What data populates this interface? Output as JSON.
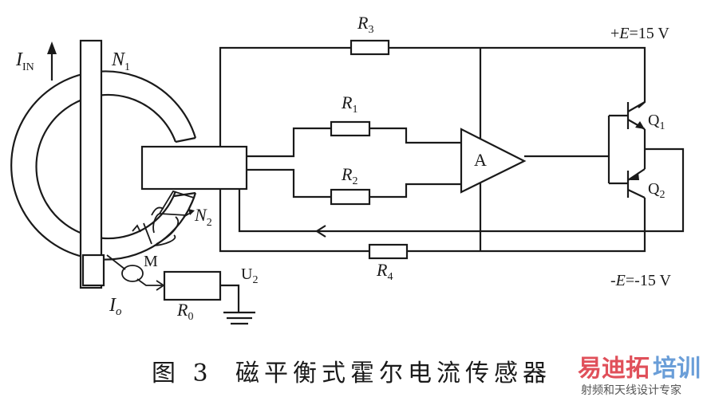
{
  "diagram": {
    "labels": {
      "current_in": "I",
      "current_in_sub": "IN",
      "winding_primary": "N",
      "winding_primary_sub": "1",
      "winding_secondary": "N",
      "winding_secondary_sub": "2",
      "meter": "M",
      "output_current": "I",
      "output_current_sub": "o",
      "output_voltage": "U",
      "output_voltage_sub": "2",
      "r0": "R",
      "r0_sub": "0",
      "r1": "R",
      "r1_sub": "1",
      "r2": "R",
      "r2_sub": "2",
      "r3": "R",
      "r3_sub": "3",
      "r4": "R",
      "r4_sub": "4",
      "amplifier": "A",
      "q1": "Q",
      "q1_sub": "1",
      "q2": "Q",
      "q2_sub": "2",
      "vpos_prefix": "+",
      "vpos_var": "E",
      "vpos_value": "=15 V",
      "vneg_prefix": "-",
      "vneg_var": "E",
      "vneg_value": "=-15 V"
    },
    "caption": {
      "figure_number": "图 3",
      "title": "磁平衡式霍尔电流传感器"
    },
    "watermark": {
      "brand_red": "易迪拓",
      "brand_blue": "培训",
      "tagline": "射频和天线设计专家",
      "color_red": "#e0505a",
      "color_blue": "#6a9ed8"
    }
  }
}
